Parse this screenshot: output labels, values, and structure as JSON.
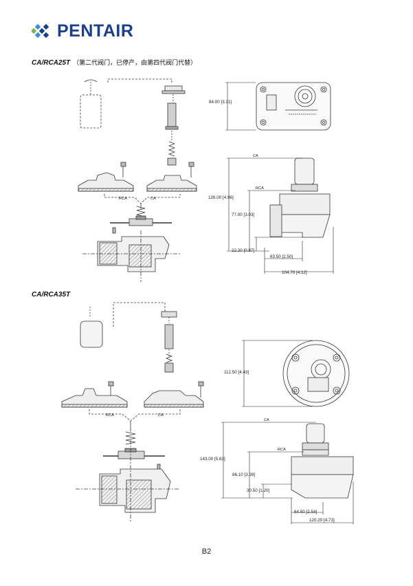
{
  "brand": {
    "name": "PENTAIR",
    "colors": {
      "dark_blue": "#1c3f8c",
      "light_blue": "#3b8fd4",
      "green": "#7ab648"
    }
  },
  "section1": {
    "title": "CA/RCA25T",
    "note": "（第二代阀门，已停产，由第四代阀门代替）",
    "labels": {
      "rca": "RCA",
      "ca": "CA"
    },
    "dimensions": {
      "top_height": "84.00 [3.31]",
      "total_height": "126.00 [4.96]",
      "mid_height": "77.00 [3.03]",
      "bottom_height": "22.20 [0.87]",
      "half_width": "63.50 [2.50]",
      "total_width": "104.70 [4.12]"
    }
  },
  "section2": {
    "title": "CA/RCA35T",
    "labels": {
      "rca": "RCA",
      "ca": "CA"
    },
    "dimensions": {
      "top_height": "112.50 [4.43]",
      "total_height": "143.00 [5.63]",
      "mid_height": "86.10 [3.39]",
      "bottom_height": "30.50 [1.20]",
      "half_width": "64.50 [2.54]",
      "total_width": "120.20 [4.73]"
    }
  },
  "page_number": "B2"
}
